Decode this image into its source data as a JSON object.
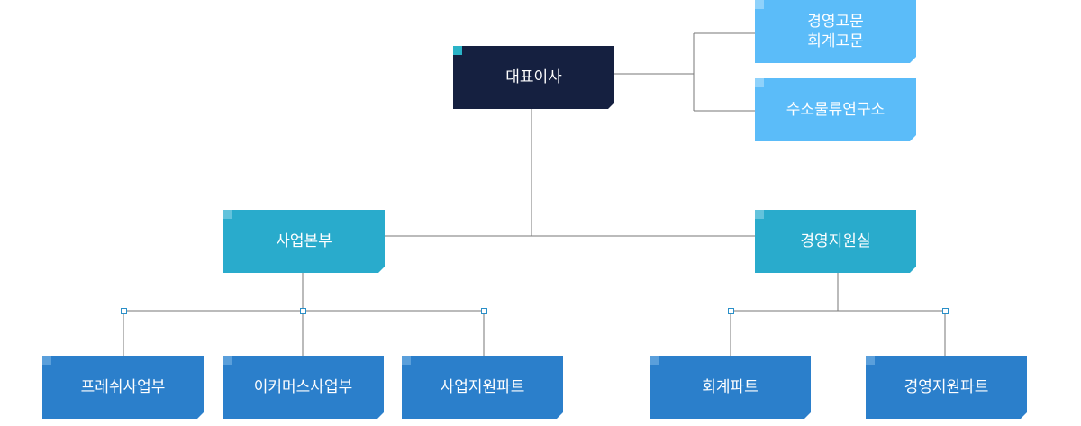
{
  "org": {
    "ceo": "대표이사",
    "advisors": "경영고문\n회계고문",
    "lab": "수소물류연구소",
    "business_hq": "사업본부",
    "mgmt_support": "경영지원실",
    "fresh_biz": "프레쉬사업부",
    "ecommerce_biz": "이커머스사업부",
    "biz_support_part": "사업지원파트",
    "accounting_part": "회계파트",
    "mgmt_support_part": "경영지원파트"
  }
}
